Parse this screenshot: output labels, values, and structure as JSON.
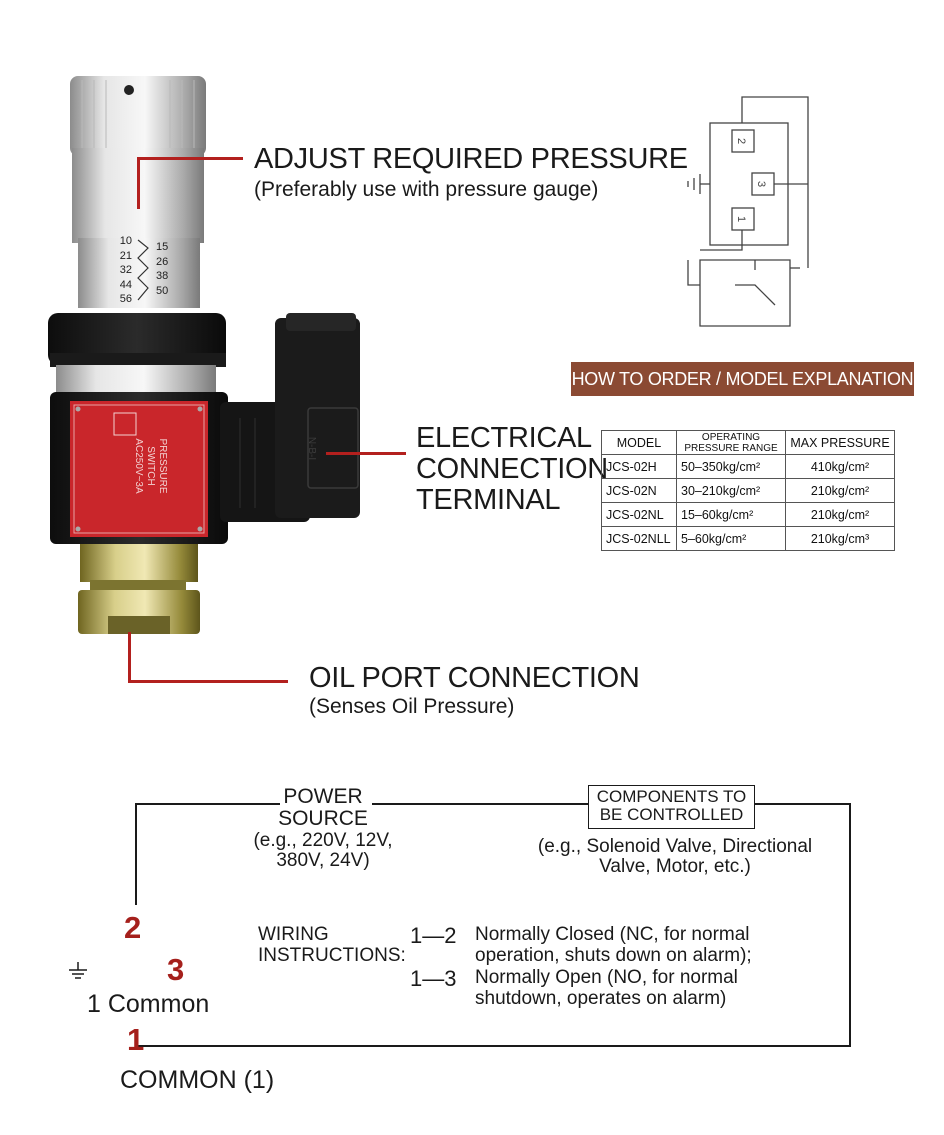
{
  "callouts": {
    "adjust_title": "ADJUST REQUIRED PRESSURE",
    "adjust_sub": "(Preferably use with pressure gauge)",
    "electrical_line1": "ELECTRICAL",
    "electrical_line2": "CONNECTION",
    "electrical_line3": "TERMINAL",
    "oil_title": "OIL PORT CONNECTION",
    "oil_sub": "(Senses Oil Pressure)"
  },
  "device": {
    "scale_left": [
      "10",
      "21",
      "32",
      "44",
      "56"
    ],
    "scale_right": [
      "15",
      "26",
      "38",
      "50"
    ],
    "plate_text1": "PRESSURE",
    "plate_text2": "SWITCH",
    "plate_text3": "AC250V~3A",
    "connector_text": "N-B-I"
  },
  "schematic": {
    "pin2": "2",
    "pin3": "3",
    "pin1": "1"
  },
  "order": {
    "banner": "HOW TO ORDER / MODEL EXPLANATION",
    "headers": {
      "model": "MODEL",
      "range_line1": "OPERATING",
      "range_line2": "PRESSURE RANGE",
      "max": "MAX PRESSURE"
    },
    "rows": [
      {
        "model": "JCS-02H",
        "range": "50–350kg/cm²",
        "max": "410kg/cm²"
      },
      {
        "model": "JCS-02N",
        "range": "30–210kg/cm²",
        "max": "210kg/cm²"
      },
      {
        "model": "JCS-02NL",
        "range": "15–60kg/cm²",
        "max": "210kg/cm²"
      },
      {
        "model": "JCS-02NLL",
        "range": "5–60kg/cm²",
        "max": "210kg/cm³"
      }
    ]
  },
  "wiring": {
    "power_line1": "POWER",
    "power_line2": "SOURCE",
    "power_eg1": "(e.g., 220V, 12V,",
    "power_eg2": "380V, 24V)",
    "components_line1": "COMPONENTS TO",
    "components_line2": "BE CONTROLLED",
    "components_eg1": "(e.g., Solenoid Valve, Directional",
    "components_eg2": "Valve, Motor, etc.)",
    "pin2": "2",
    "pin3": "3",
    "pin1": "1",
    "common_label": "1 Common",
    "common_bottom": "COMMON (1)",
    "instructions_line1": "WIRING",
    "instructions_line2": "INSTRUCTIONS:",
    "nc_pins": "1—2",
    "nc_line1": "Normally Closed (NC, for normal",
    "nc_line2": "operation, shuts down on alarm);",
    "no_pins": "1—3",
    "no_line1": "Normally Open (NO, for normal",
    "no_line2": "shutdown, operates on alarm)"
  }
}
